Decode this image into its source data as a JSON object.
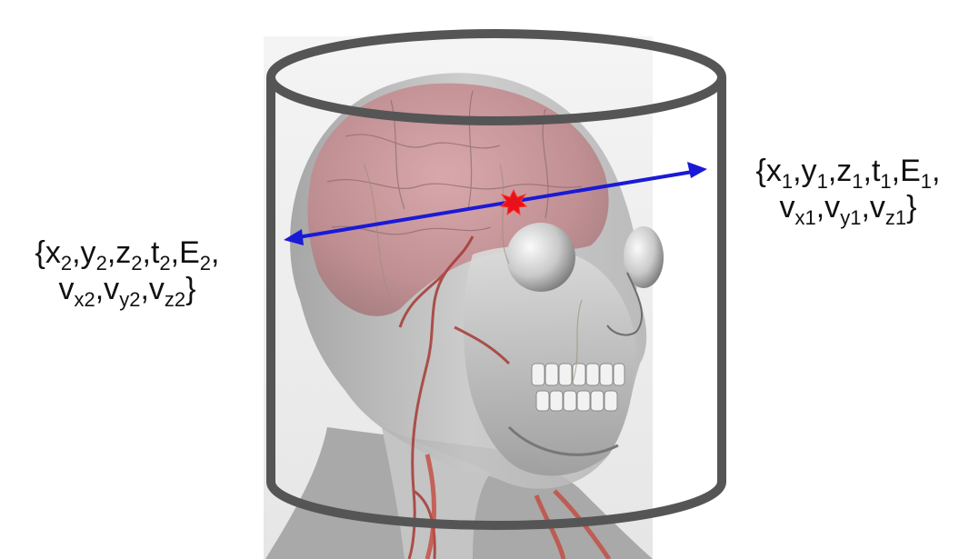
{
  "figure": {
    "illustration": "head-anatomy-illustration",
    "event_marker_color": "#e8101a",
    "ray_color": "#1a1ad6",
    "detector_outline_color": "#555555"
  },
  "labels": {
    "right": {
      "line1": [
        {
          "t": "{x"
        },
        {
          "s": "1"
        },
        {
          "t": ",y"
        },
        {
          "s": "1"
        },
        {
          "t": ",z"
        },
        {
          "s": "1"
        },
        {
          "t": ",t"
        },
        {
          "s": "1"
        },
        {
          "t": ",E"
        },
        {
          "s": "1"
        },
        {
          "t": ","
        }
      ],
      "line2": [
        {
          "t": "v"
        },
        {
          "s": "x1"
        },
        {
          "t": ",v"
        },
        {
          "s": "y1"
        },
        {
          "t": ",v"
        },
        {
          "s": "z1"
        },
        {
          "t": "}"
        }
      ]
    },
    "left": {
      "line1": [
        {
          "t": "{x"
        },
        {
          "s": "2"
        },
        {
          "t": ",y"
        },
        {
          "s": "2"
        },
        {
          "t": ",z"
        },
        {
          "s": "2"
        },
        {
          "t": ",t"
        },
        {
          "s": "2"
        },
        {
          "t": ",E"
        },
        {
          "s": "2"
        },
        {
          "t": ","
        }
      ],
      "line2": [
        {
          "t": "v"
        },
        {
          "s": "x2"
        },
        {
          "t": ",v"
        },
        {
          "s": "y2"
        },
        {
          "t": ",v"
        },
        {
          "s": "z2"
        },
        {
          "t": "}"
        }
      ]
    }
  }
}
